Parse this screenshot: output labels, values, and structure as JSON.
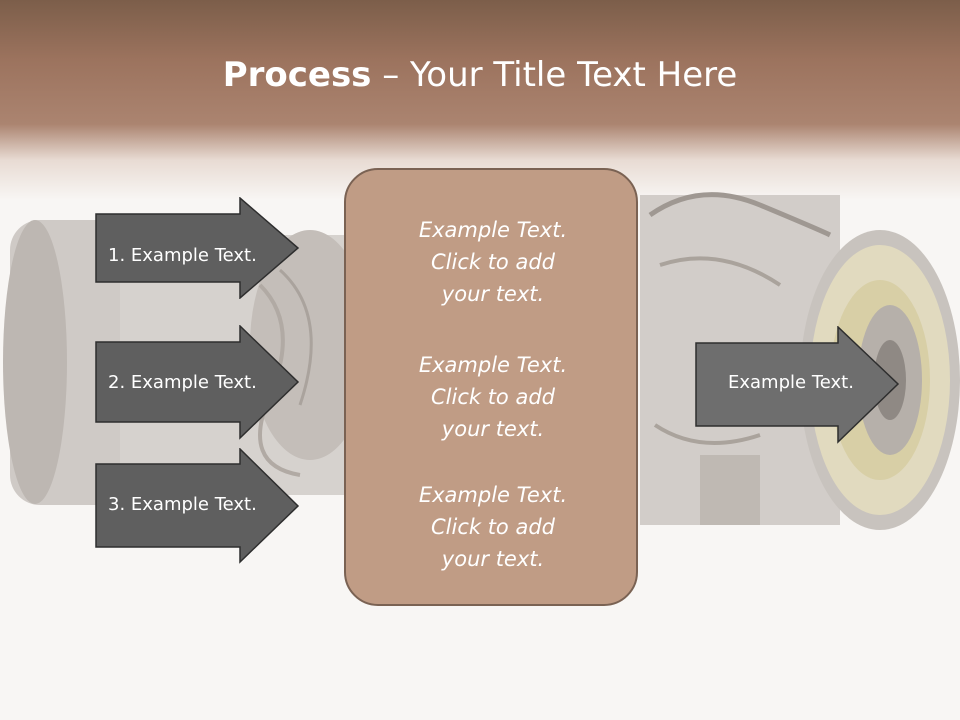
{
  "slide": {
    "title_bold": "Process",
    "title_rest": " – Your Title Text Here"
  },
  "inputs": [
    {
      "label": "1. Example Text."
    },
    {
      "label": "2. Example Text."
    },
    {
      "label": "3. Example Text."
    }
  ],
  "center": {
    "blocks": [
      "Example Text.\nClick  to add\nyour text.",
      "Example Text.\nClick  to add\nyour text.",
      "Example Text.\nClick  to add\nyour text."
    ]
  },
  "output": {
    "label": "Example Text."
  },
  "colors": {
    "arrow_fill": "#5f5f5f",
    "output_arrow_fill": "#6e6e6e",
    "center_fill": "#c09c85",
    "header": "#9c735e"
  }
}
